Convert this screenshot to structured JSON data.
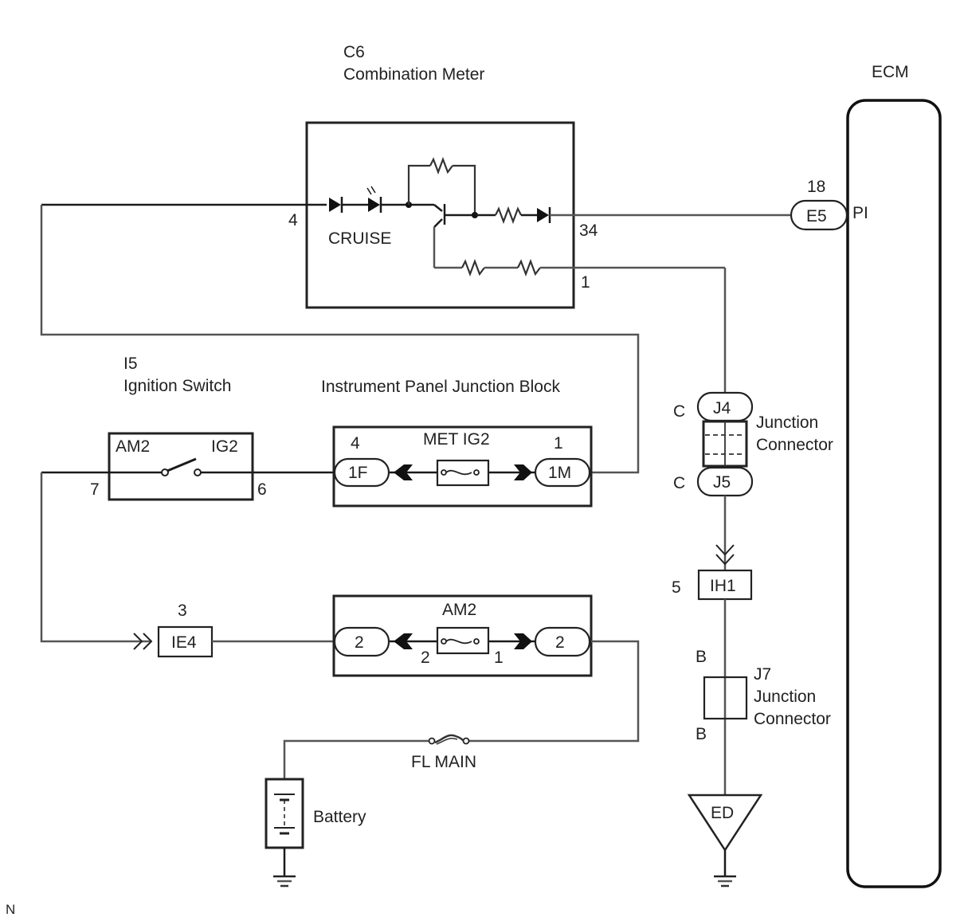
{
  "diagram": {
    "corner_mark": "N",
    "components": {
      "combination_meter": {
        "code": "C6",
        "name": "Combination Meter",
        "indicator": "CRUISE",
        "pins": {
          "in": "4",
          "out": "34",
          "gnd": "1"
        }
      },
      "ecm": {
        "name": "ECM",
        "connector": "E5",
        "pin": "18",
        "terminal": "PI"
      },
      "ignition_switch": {
        "code": "I5",
        "name": "Ignition Switch",
        "left_label": "AM2",
        "right_label": "IG2",
        "pin_left": "7",
        "pin_right": "6"
      },
      "ip_junction_block": {
        "name": "Instrument Panel Junction Block",
        "fuse_met": "MET IG2",
        "conn_left": "1F",
        "conn_left_pin": "4",
        "conn_right": "1M",
        "conn_right_pin": "1"
      },
      "am2_block": {
        "fuse": "AM2",
        "conn_left": "2",
        "conn_right": "2",
        "fuse_pin_left": "2",
        "fuse_pin_right": "1"
      },
      "ie4": {
        "connector": "IE4",
        "pin": "3"
      },
      "junction_connector_j4_j5": {
        "top": "J4",
        "bottom": "J5",
        "top_letter": "C",
        "bottom_letter": "C",
        "name_line1": "Junction",
        "name_line2": "Connector"
      },
      "ih1": {
        "connector": "IH1",
        "pin": "5"
      },
      "j7": {
        "code": "J7",
        "name_line1": "Junction",
        "name_line2": "Connector",
        "top_letter": "B",
        "bottom_letter": "B"
      },
      "ground_point": {
        "name": "ED"
      },
      "fl_main": {
        "name": "FL MAIN"
      },
      "battery": {
        "name": "Battery"
      }
    }
  }
}
